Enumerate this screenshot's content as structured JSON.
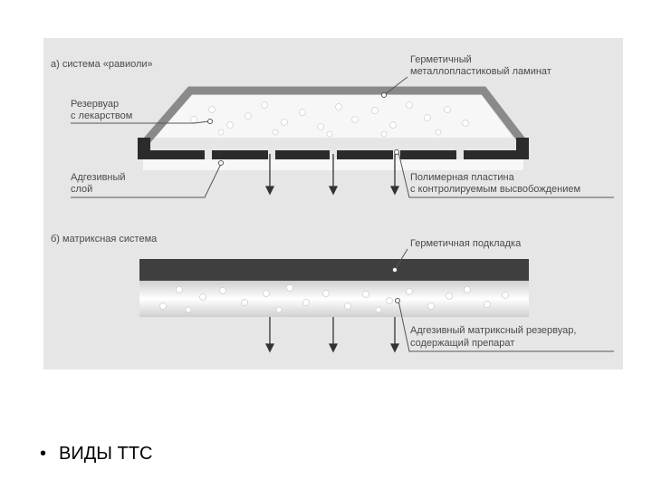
{
  "figure": {
    "section_a": {
      "title": "а) система «равиоли»",
      "laminate_line1": "Герметичный",
      "laminate_line2": "металлопластиковый ламинат",
      "reservoir_line1": "Резервуар",
      "reservoir_line2": "с лекарством",
      "adhesive_line1": "Адгезивный",
      "adhesive_line2": "слой",
      "membrane_line1": "Полимерная пластина",
      "membrane_line2": "с контролируемым высвобождением"
    },
    "section_b": {
      "title": "б) матриксная система",
      "backing": "Герметичная подкладка",
      "matrix_line1": "Адгезивный матриксный резервуар,",
      "matrix_line2": "содержащий препарат"
    }
  },
  "slide": {
    "bullet": "•",
    "text": "ВИДЫ ТТС"
  },
  "colors": {
    "panel": "#e6e6e6",
    "laminate": "#8a8a8a",
    "dark_bar": "#2b2b2b",
    "backing": "#3f3f3f",
    "text": "#4a4a4a"
  }
}
